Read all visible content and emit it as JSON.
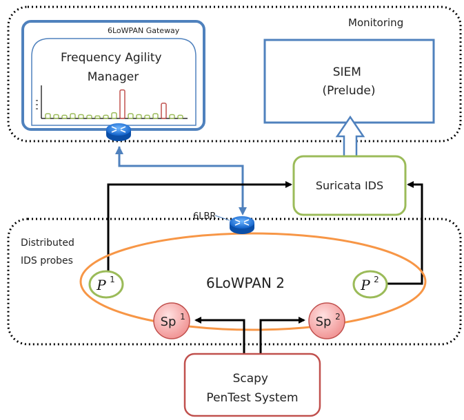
{
  "zones": {
    "monitoring": {
      "label": "Monitoring"
    },
    "distributed": {
      "label_line1": "Distributed",
      "label_line2": "IDS probes"
    }
  },
  "gateway": {
    "title": "6LoWPAN Gateway",
    "fam_line1": "Frequency Agility",
    "fam_line2": "Manager",
    "spectrum": {
      "normal_color": "#9bbb59",
      "peak_color": "#c0504d",
      "bars": [
        {
          "level": 0.15,
          "kind": "normal"
        },
        {
          "level": 0.12,
          "kind": "normal"
        },
        {
          "level": 0.1,
          "kind": "normal"
        },
        {
          "level": 0.15,
          "kind": "normal"
        },
        {
          "level": 0.12,
          "kind": "normal"
        },
        {
          "level": 0.1,
          "kind": "normal"
        },
        {
          "level": 0.08,
          "kind": "normal"
        },
        {
          "level": 0.1,
          "kind": "normal"
        },
        {
          "level": 0.18,
          "kind": "normal"
        },
        {
          "level": 0.9,
          "kind": "peak"
        },
        {
          "level": 0.15,
          "kind": "normal"
        },
        {
          "level": 0.12,
          "kind": "normal"
        },
        {
          "level": 0.1,
          "kind": "normal"
        },
        {
          "level": 0.15,
          "kind": "normal"
        },
        {
          "level": 0.48,
          "kind": "peak"
        },
        {
          "level": 0.12,
          "kind": "normal"
        },
        {
          "level": 0.1,
          "kind": "normal"
        }
      ]
    }
  },
  "siem": {
    "line1": "SIEM",
    "line2": "(Prelude)"
  },
  "suricata": {
    "label": "Suricata IDS"
  },
  "router_6lbr": {
    "label": "6LBR"
  },
  "network": {
    "label": "6LoWPAN 2"
  },
  "probes": [
    {
      "base": "P",
      "sup": "1"
    },
    {
      "base": "P",
      "sup": "2"
    }
  ],
  "sniffers": [
    {
      "base": "Sp",
      "sup": "1"
    },
    {
      "base": "Sp",
      "sup": "2"
    }
  ],
  "scapy": {
    "line1": "Scapy",
    "line2": "PenTest System"
  },
  "colors": {
    "blue": "#4f81bd",
    "green": "#9bbb59",
    "orange": "#f79646",
    "red": "#c0504d",
    "pink_fill": "#f4b6b6"
  },
  "icons": {
    "router": "router-icon"
  }
}
